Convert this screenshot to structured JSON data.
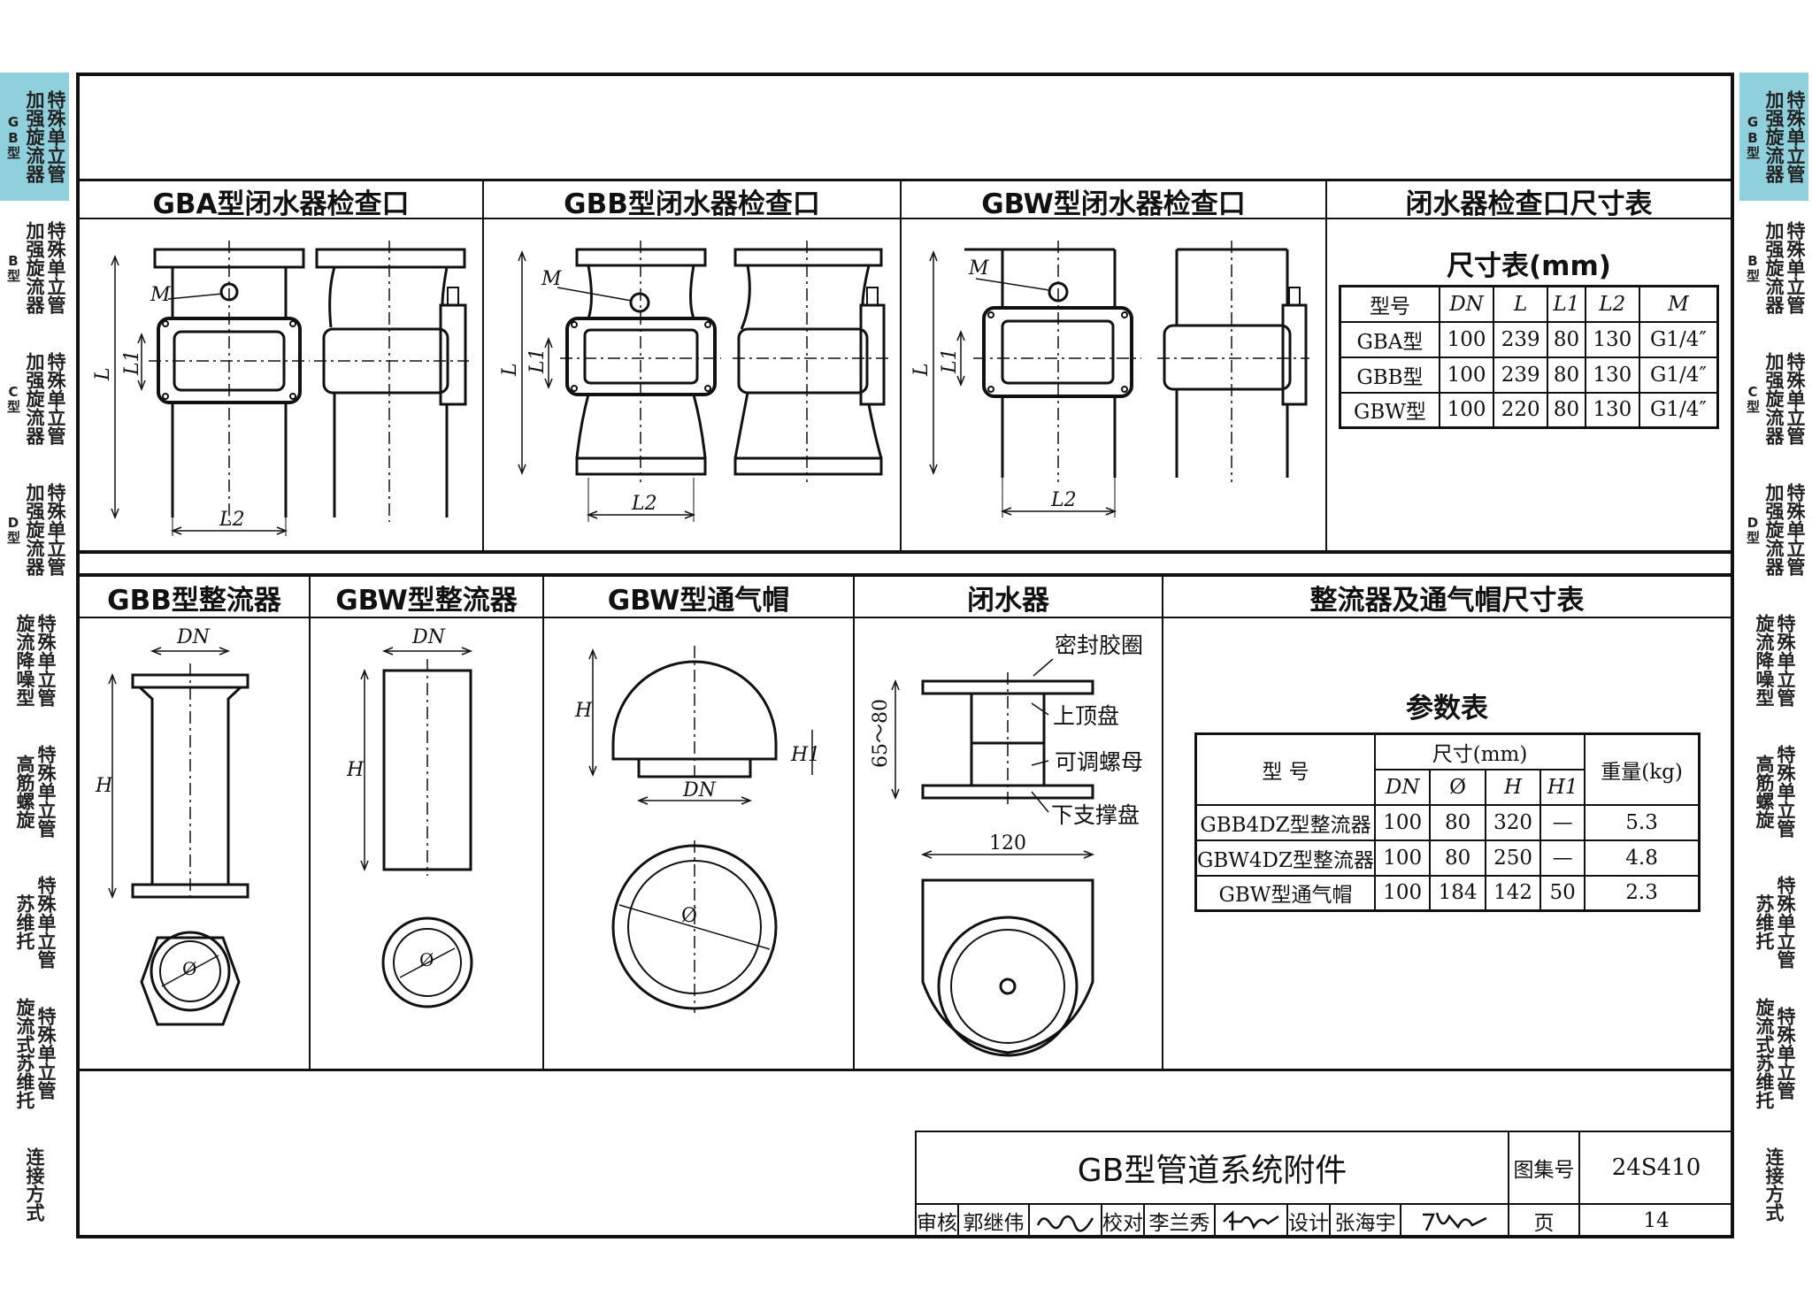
{
  "side_tabs": [
    {
      "col1": "GB型",
      "col2": "加强旋流器",
      "col3": "特殊单立管",
      "active": true
    },
    {
      "col1": "B型",
      "col2": "加强旋流器",
      "col3": "特殊单立管",
      "active": false
    },
    {
      "col1": "C型",
      "col2": "加强旋流器",
      "col3": "特殊单立管",
      "active": false
    },
    {
      "col1": "D型",
      "col2": "加强旋流器",
      "col3": "特殊单立管",
      "active": false
    },
    {
      "col1": "",
      "col2": "旋流降噪型",
      "col3": "特殊单立管",
      "active": false
    },
    {
      "col1": "",
      "col2": "高筋螺旋",
      "col3": "特殊单立管",
      "active": false
    },
    {
      "col1": "",
      "col2": "苏维托",
      "col3": "特殊单立管",
      "active": false
    },
    {
      "col1": "",
      "col2": "旋流式苏维托",
      "col3": "特殊单立管",
      "active": false
    },
    {
      "col1": "",
      "col2": "连接方式",
      "col3": "",
      "active": false
    }
  ],
  "top_sections": {
    "gba_title": "GBA型闭水器检查口",
    "gbb_title": "GBB型闭水器检查口",
    "gbw_title": "GBW型闭水器检查口",
    "table_title": "闭水器检查口尺寸表"
  },
  "bottom_sections": {
    "gbb_rect_title": "GBB型整流器",
    "gbw_rect_title": "GBW型整流器",
    "gbw_cap_title": "GBW型通气帽",
    "closer_title": "闭水器",
    "table_title": "整流器及通气帽尺寸表"
  },
  "drawing_labels": {
    "M": "M",
    "L": "L",
    "L1": "L1",
    "L2": "L2",
    "DN": "DN",
    "H": "H",
    "H1": "H1",
    "phi": "Ø",
    "seal": "密封胶圈",
    "top_plate": "上顶盘",
    "nut": "可调螺母",
    "bottom_plate": "下支撑盘",
    "range": "65～80",
    "width120": "120"
  },
  "table1": {
    "caption": "尺寸表(mm)",
    "headers": [
      "型号",
      "DN",
      "L",
      "L1",
      "L2",
      "M"
    ],
    "rows": [
      [
        "GBA型",
        "100",
        "239",
        "80",
        "130",
        "G1/4″"
      ],
      [
        "GBB型",
        "100",
        "239",
        "80",
        "130",
        "G1/4″"
      ],
      [
        "GBW型",
        "100",
        "220",
        "80",
        "130",
        "G1/4″"
      ]
    ]
  },
  "table2": {
    "caption": "参数表",
    "h_model": "型 号",
    "h_size": "尺寸(mm)",
    "h_weight": "重量(kg)",
    "sub_headers": [
      "DN",
      "Ø",
      "H",
      "H1"
    ],
    "rows": [
      [
        "GBB4DZ型整流器",
        "100",
        "80",
        "320",
        "—",
        "5.3"
      ],
      [
        "GBW4DZ型整流器",
        "100",
        "80",
        "250",
        "—",
        "4.8"
      ],
      [
        "GBW型通气帽",
        "100",
        "184",
        "142",
        "50",
        "2.3"
      ]
    ]
  },
  "title_block": {
    "title": "GB型管道系统附件",
    "atlas_label": "图集号",
    "atlas_no": "24S410",
    "review_label": "审核",
    "reviewer": "郭继伟",
    "check_label": "校对",
    "checker": "李兰秀",
    "design_label": "设计",
    "designer": "张海宇",
    "page_label": "页",
    "page_no": "14"
  }
}
